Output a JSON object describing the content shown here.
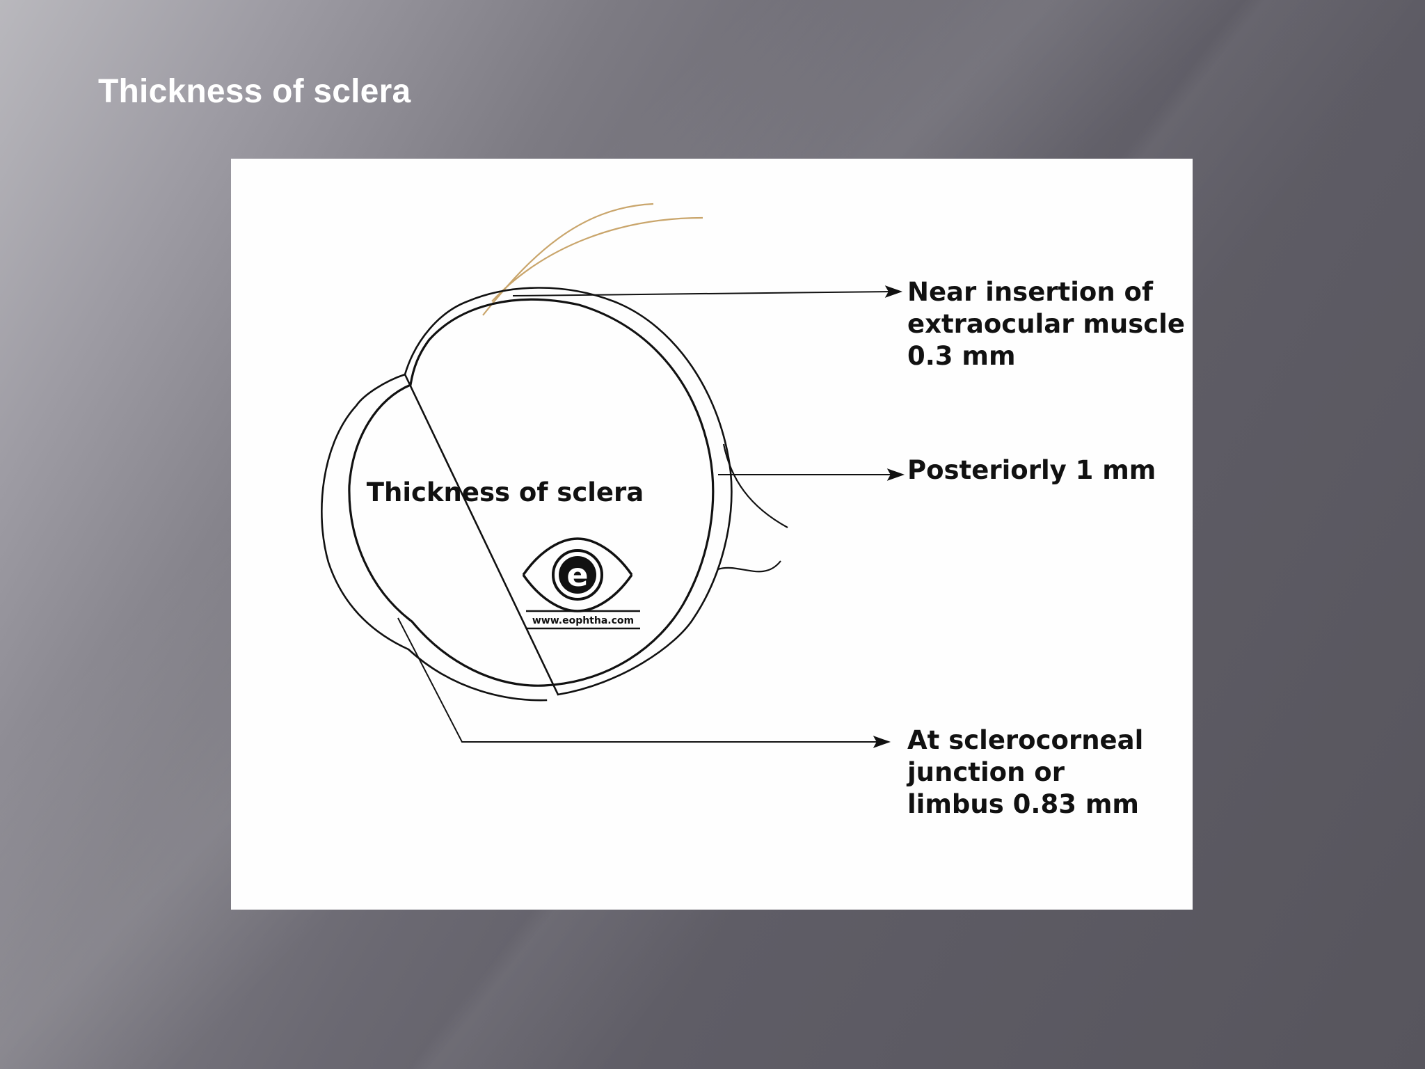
{
  "slide": {
    "title": "Thickness of sclera",
    "background_color": "#5e5c65",
    "title_color": "#ffffff"
  },
  "diagram": {
    "inner_title": "Thickness of sclera",
    "muscle_color": "#c9a56b",
    "logo": {
      "letter": "e",
      "url": "www.eophtha.com"
    },
    "callouts": [
      {
        "lines": [
          "Near insertion of",
          "extraocular muscle",
          "0.3 mm"
        ]
      },
      {
        "lines": [
          "Posteriorly 1 mm"
        ]
      },
      {
        "lines": [
          "At sclerocorneal",
          "junction or",
          "limbus 0.83 mm"
        ]
      }
    ]
  }
}
